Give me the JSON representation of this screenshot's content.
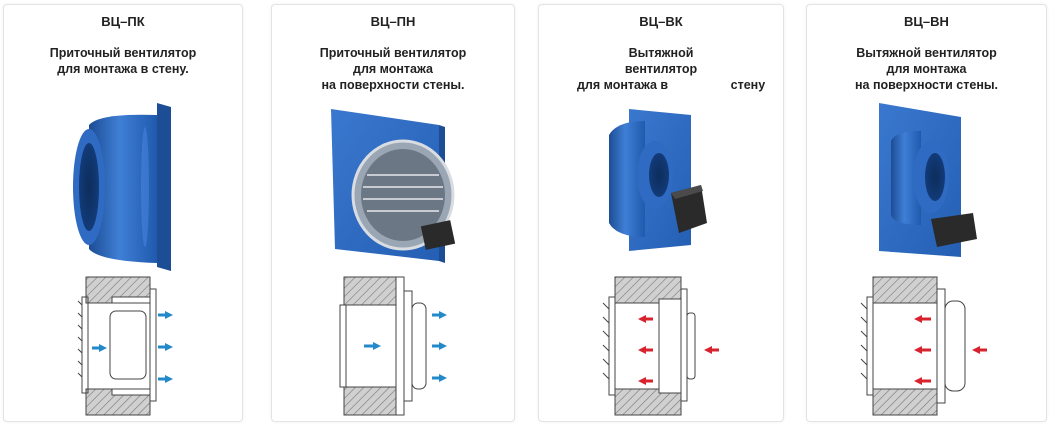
{
  "colors": {
    "fan_blue": "#2f6bc2",
    "fan_blue_dark": "#1d4d94",
    "fan_blue_light": "#5b94dd",
    "wall_fill": "#cccccc",
    "supply_arrow": "#2389c8",
    "exhaust_arrow": "#d8232f",
    "motor_box": "#2a2a2a"
  },
  "cards": [
    {
      "title": "ВЦ–ПК",
      "desc_lines": [
        "Приточный вентилятор",
        "для монтажа в стену."
      ],
      "fan_icon": "wall-mounted-supply-fan-icon",
      "diagram_icon": "in-wall-supply-diagram-icon"
    },
    {
      "title": "ВЦ–ПН",
      "desc_lines": [
        "Приточный вентилятор",
        "для монтажа",
        "на поверхности стены."
      ],
      "fan_icon": "surface-mounted-supply-fan-icon",
      "diagram_icon": "surface-supply-diagram-icon"
    },
    {
      "title": "ВЦ–ВК",
      "desc_lines": [
        "Вытяжной",
        "вентилятор",
        "для монтажа в                  стену"
      ],
      "fan_icon": "wall-mounted-exhaust-fan-icon",
      "diagram_icon": "in-wall-exhaust-diagram-icon"
    },
    {
      "title": "ВЦ–ВН",
      "desc_lines": [
        "Вытяжной вентилятор",
        "для монтажа",
        "на поверхности стены."
      ],
      "fan_icon": "surface-mounted-exhaust-fan-icon",
      "diagram_icon": "surface-exhaust-diagram-icon"
    }
  ]
}
